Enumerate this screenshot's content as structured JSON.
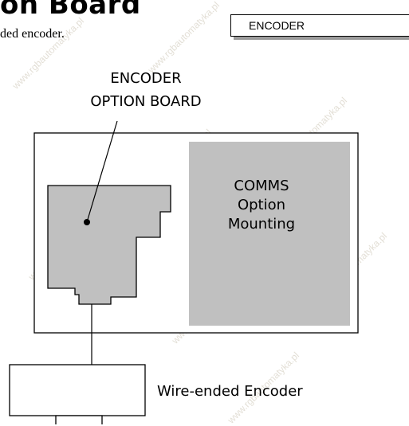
{
  "header": {
    "title": "on Board",
    "intro": "ded encoder."
  },
  "tag_box": {
    "label": "ENCODER"
  },
  "diagram": {
    "encoder_option_board_label": [
      "ENCODER",
      "OPTION BOARD"
    ],
    "comms_label": [
      "COMMS",
      "Option",
      "Mounting"
    ],
    "encoder_label": "Wire-ended Encoder"
  },
  "watermark": "www.rgbautomatyka.pl",
  "colors": {
    "panel_gray": "#c0c0c0",
    "shadow_gray": "#9a9a9a",
    "watermark": "#e3dfd6"
  }
}
